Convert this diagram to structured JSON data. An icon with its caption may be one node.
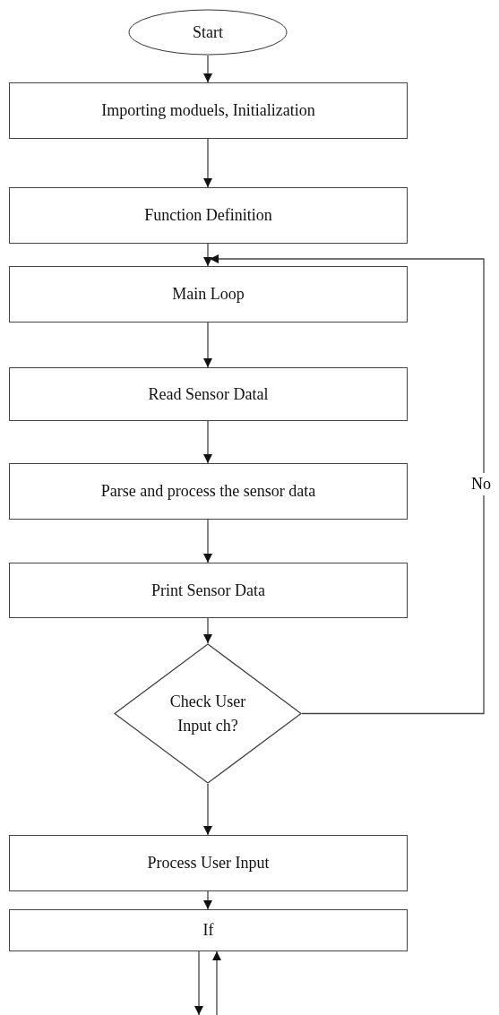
{
  "diagram": {
    "nodes": [
      {
        "text": [
          "Start"
        ]
      },
      {
        "text": [
          "Importing moduels, Initialization"
        ]
      },
      {
        "text": [
          "Function Definition"
        ]
      },
      {
        "text": [
          "Main Loop"
        ]
      },
      {
        "text": [
          "Read Sensor Datal"
        ]
      },
      {
        "text": [
          "Parse and process the sensor data"
        ]
      },
      {
        "text": [
          "Print Sensor Data"
        ]
      },
      {
        "text": [
          "Check User Input ch?"
        ]
      },
      {
        "text": [
          "Process User Input"
        ]
      },
      {
        "text": [
          "If"
        ]
      }
    ],
    "edges": [
      {
        "from": 0,
        "to": 1,
        "arrow": "to"
      },
      {
        "from": 1,
        "to": 2,
        "arrow": "to"
      },
      {
        "from": 2,
        "to": 3,
        "arrow": "to"
      },
      {
        "from": 3,
        "to": 4,
        "arrow": "to"
      },
      {
        "from": 4,
        "to": 5,
        "arrow": "to"
      },
      {
        "from": 5,
        "to": 6,
        "arrow": "to"
      },
      {
        "from": 6,
        "to": 7,
        "arrow": "to"
      },
      {
        "from": 7,
        "to": 3,
        "arrow": "to",
        "label": "No"
      },
      {
        "from": 7,
        "to": 8,
        "arrow": "to"
      },
      {
        "from": 8,
        "to": 9,
        "arrow": "to"
      },
      {
        "from": 9,
        "to": null,
        "arrow": "to"
      },
      {
        "from": null,
        "to": 9,
        "arrow": "to"
      }
    ]
  }
}
